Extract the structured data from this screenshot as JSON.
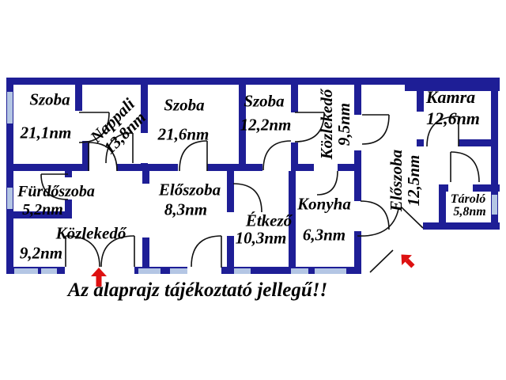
{
  "floor_plan": {
    "caption": "Az alaprajz tájékoztató jellegű!!",
    "area_unit": "nm",
    "rooms": [
      {
        "name": "Szoba",
        "area": "21,1nm"
      },
      {
        "name": "Nappali",
        "area": "13,8nm"
      },
      {
        "name": "Szoba",
        "area": "21,6nm"
      },
      {
        "name": "Szoba",
        "area": "12,2nm"
      },
      {
        "name": "Közlekedő",
        "area": "9,5nm"
      },
      {
        "name": "Kamra",
        "area": "12,6nm"
      },
      {
        "name": "Előszoba",
        "area": "12,5nm"
      },
      {
        "name": "Fürdőszoba",
        "area": "5,2nm"
      },
      {
        "name": "Közlekedő",
        "area": "9,2nm"
      },
      {
        "name": "Előszoba",
        "area": "8,3nm"
      },
      {
        "name": "Étkező",
        "area": "10,3nm"
      },
      {
        "name": "Konyha",
        "area": "6,3nm"
      },
      {
        "name": "Tároló",
        "area": "5,8nm"
      }
    ],
    "icons": {
      "main_entrance": "red-arrow-up",
      "rear_entrance": "red-arrow-up-left"
    },
    "colors": {
      "wall": "#1e1e96",
      "window": "#b4c6e4",
      "door_line": "#111111",
      "arrow": "#dd1111",
      "text": "#000000",
      "background": "#ffffff"
    }
  }
}
